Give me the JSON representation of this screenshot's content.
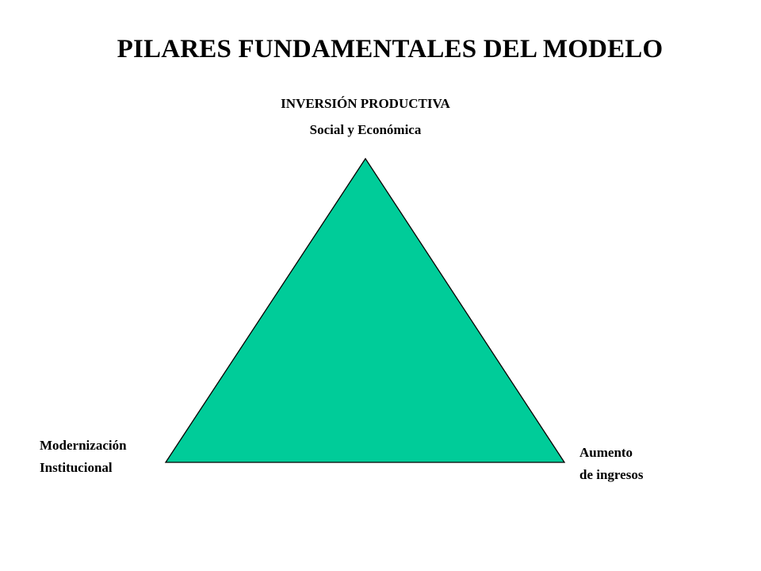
{
  "title": "PILARES FUNDAMENTALES DEL MODELO",
  "apex_label": {
    "line1": "INVERSIÓN PRODUCTIVA",
    "line2": "Social y Económica"
  },
  "left_label": {
    "line1": "Modernización",
    "line2": "Institucional"
  },
  "right_label": {
    "line1": "Aumento",
    "line2": "de ingresos"
  },
  "colors": {
    "triangle_fill": "#00CC99",
    "triangle_stroke": "#000000",
    "background": "#FFFFFF",
    "text": "#000000"
  }
}
